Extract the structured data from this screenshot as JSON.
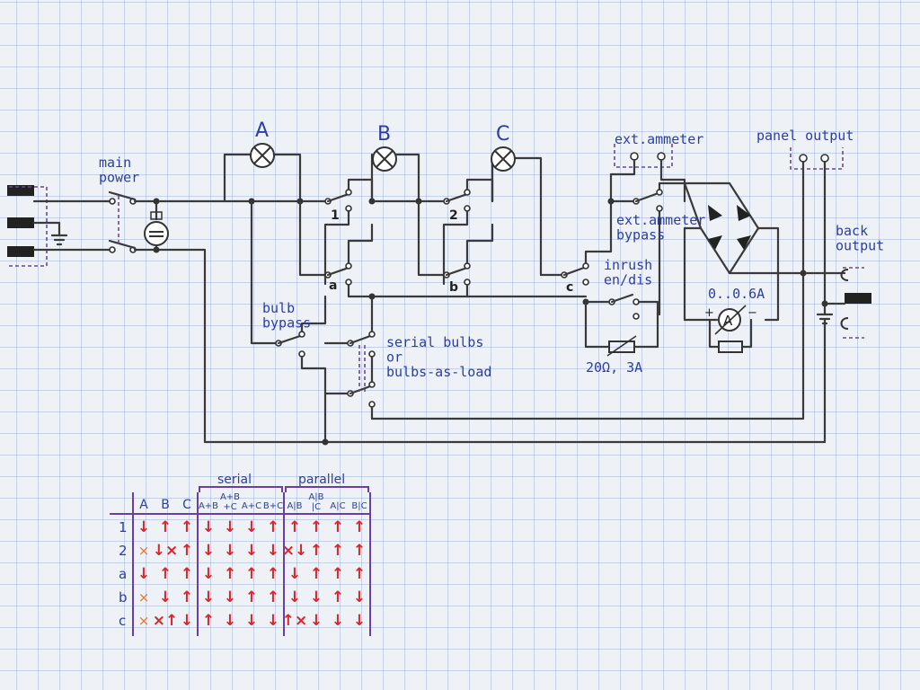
{
  "labels": {
    "main_power": "main\npower",
    "bulb_a": "A",
    "bulb_b": "B",
    "bulb_c": "C",
    "ext_ammeter": "ext.ammeter",
    "panel_output": "panel output",
    "ext_ammeter_bypass": "ext.ammeter\nbypass",
    "back_output": "back\noutput",
    "inrush": "inrush\nen/dis",
    "range": "0..0.6A",
    "resistor": "20Ω, 3A",
    "bulb_bypass": "bulb\nbypass",
    "serial_bulbs": "serial bulbs\nor\nbulbs-as-load",
    "sw1": "1",
    "sw2": "2",
    "swa": "a",
    "swb": "b",
    "swc": "c",
    "ammeter": "A"
  },
  "table": {
    "group_serial": "serial",
    "group_parallel": "parallel",
    "columns": [
      "A",
      "B",
      "C",
      "A+B",
      "A+B\n+C",
      "A+C",
      "B+C",
      "A|B",
      "A|B\n|C",
      "A|C",
      "B|C"
    ],
    "rows": [
      {
        "label": "1",
        "cells": [
          "↓",
          "↑",
          "↑",
          "↓",
          "↓",
          "↓",
          "↑",
          "↑",
          "↑",
          "↑",
          "↑"
        ]
      },
      {
        "label": "2",
        "cells": [
          "×",
          "↓×",
          "↑",
          "↓",
          "↓",
          "↓",
          "↓",
          "×↓",
          "↑",
          "↑",
          "↑"
        ]
      },
      {
        "label": "a",
        "cells": [
          "↓",
          "↑",
          "↑",
          "↓",
          "↑",
          "↑",
          "↑",
          "↓",
          "↑",
          "↑",
          "↑"
        ]
      },
      {
        "label": "b",
        "cells": [
          "×",
          "↓",
          "↑",
          "↓",
          "↓",
          "↑",
          "↑",
          "↓",
          "↓",
          "↑",
          "↓"
        ]
      },
      {
        "label": "c",
        "cells": [
          "×",
          "×↑",
          "↓",
          "↑",
          "↓",
          "↓",
          "↓",
          "↑×",
          "↓",
          "↓",
          "↓"
        ]
      }
    ]
  }
}
